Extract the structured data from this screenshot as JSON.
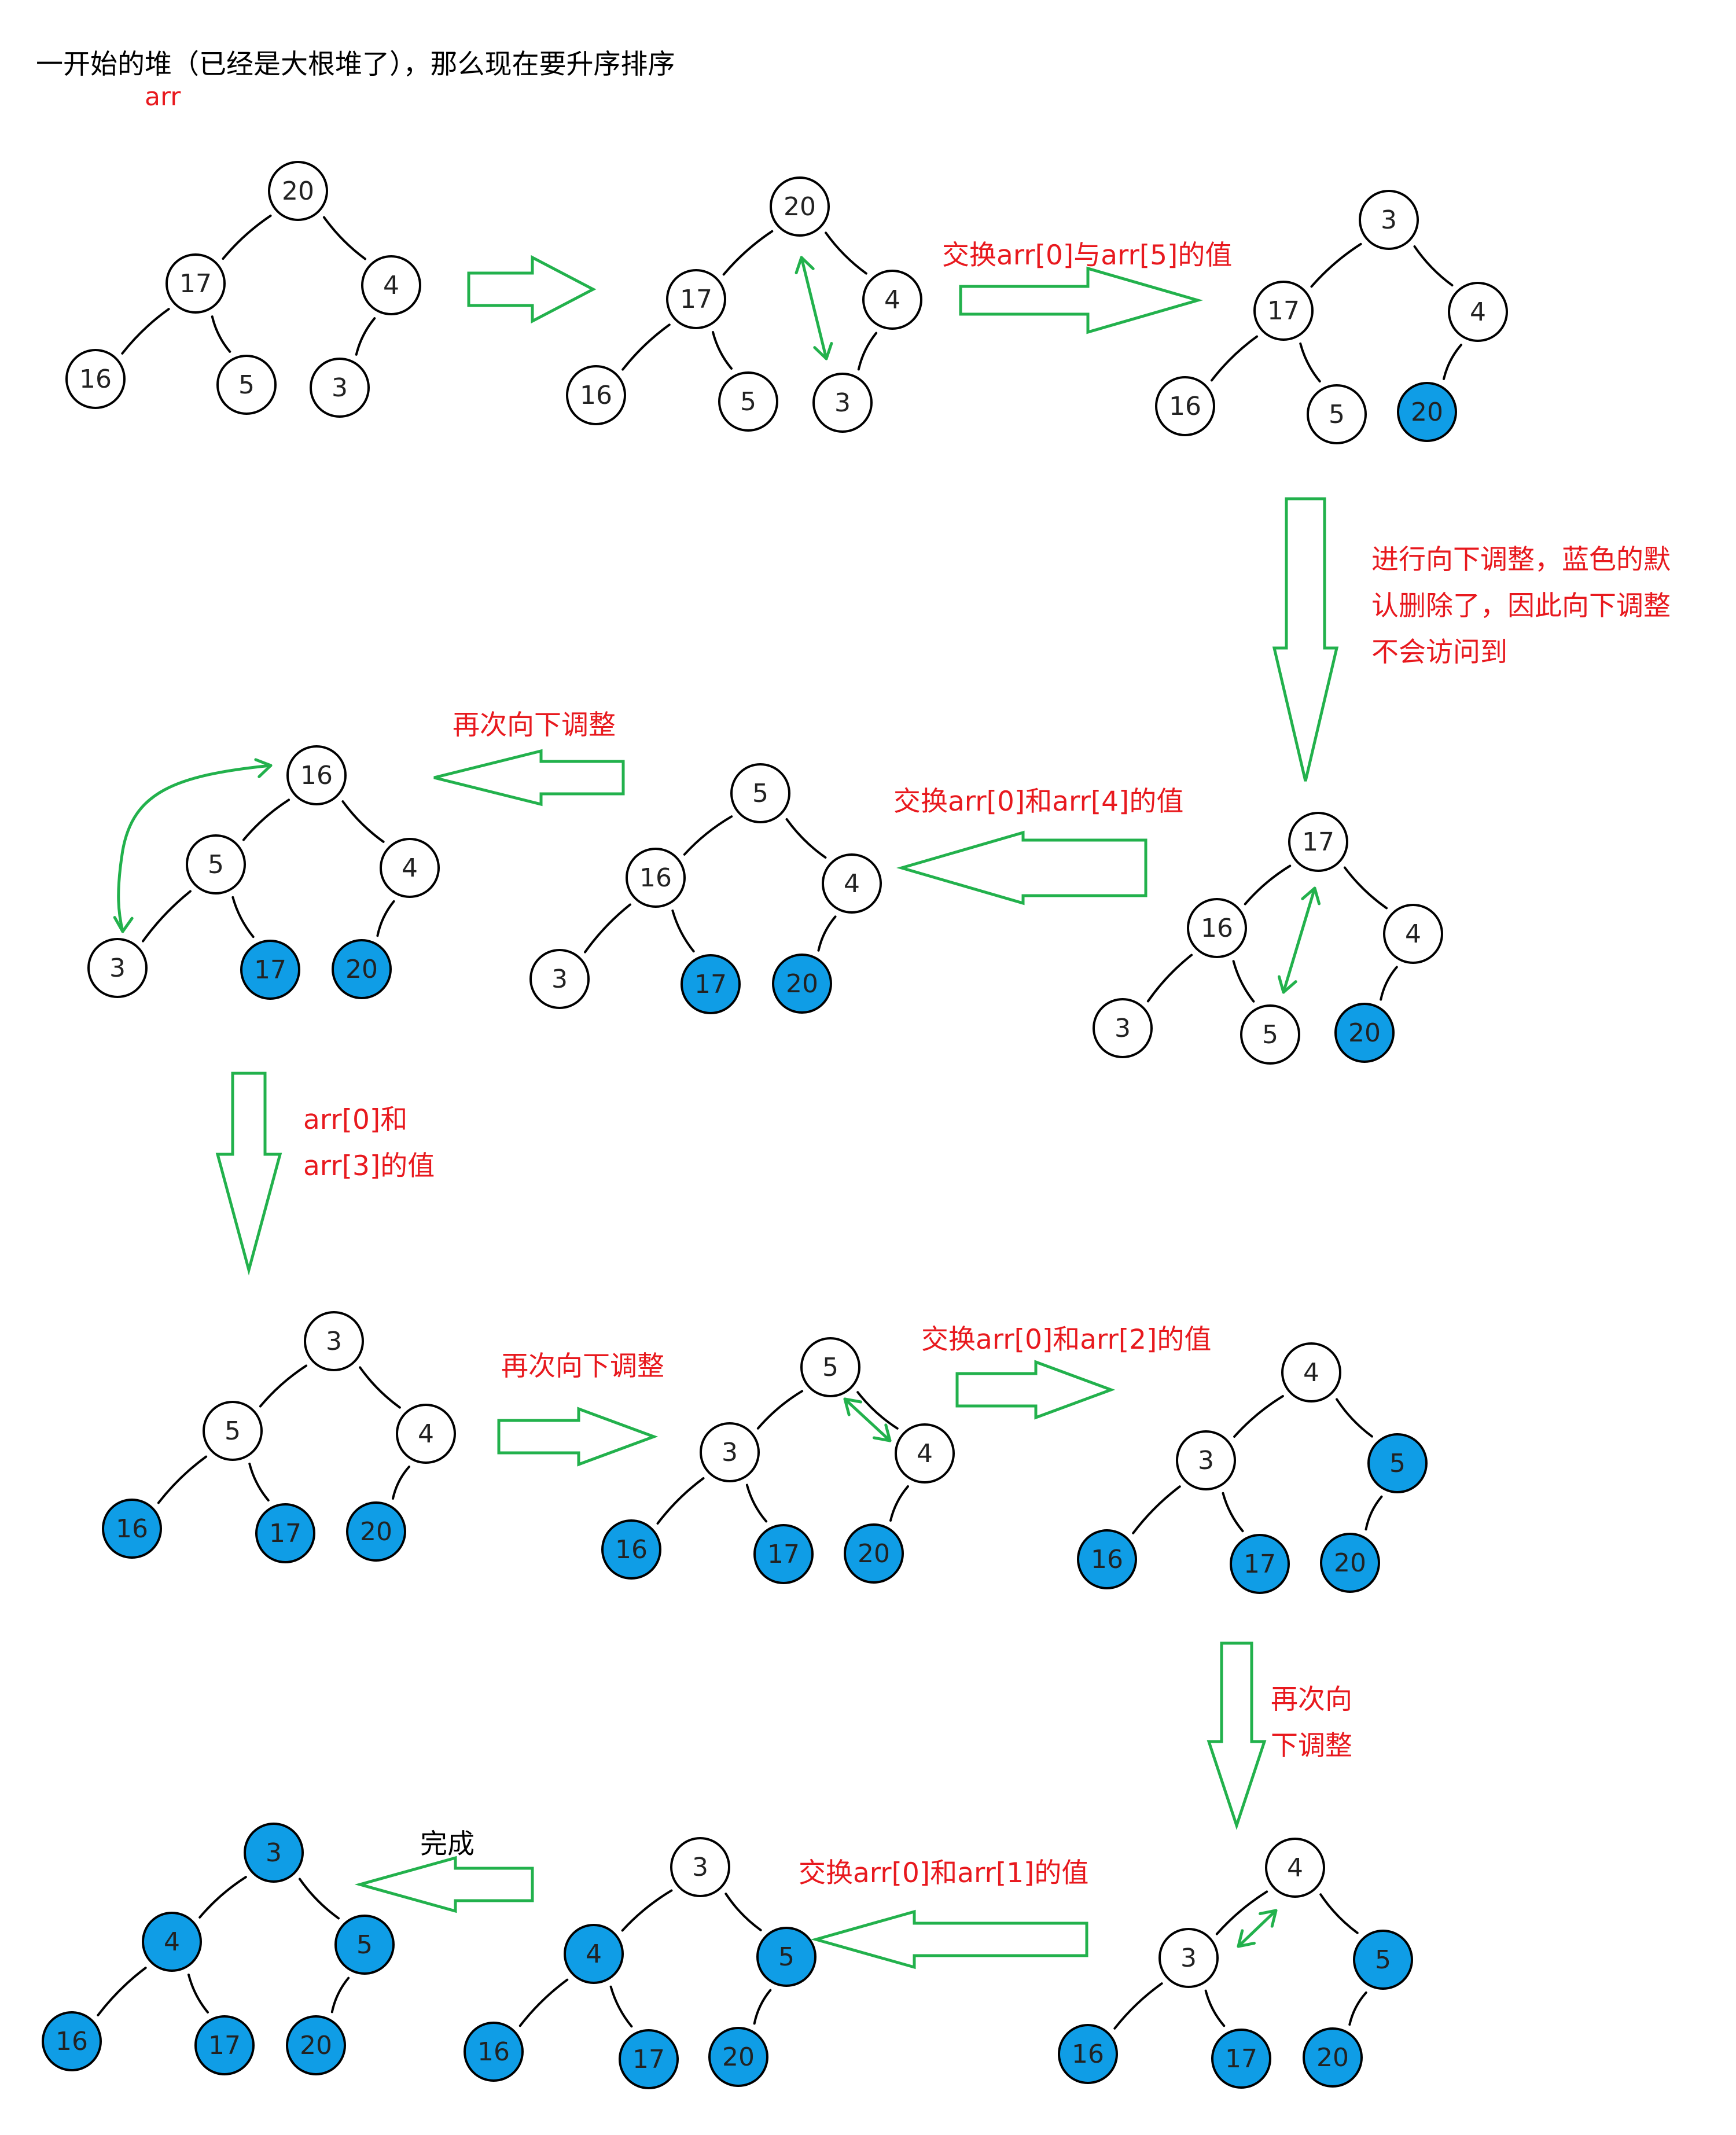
{
  "title": "一开始的堆（已经是大根堆了），那么现在要升序排序",
  "array_label": "arr",
  "colors": {
    "node_fill_default": "#ffffff",
    "node_fill_sorted": "#0f9de6",
    "node_stroke": "#000000",
    "arrow_outline": "#22b14c",
    "annotation_text": "#e8191e"
  },
  "icons": {
    "flow_arrow": "block-arrow-icon",
    "swap_arrow": "double-headed-arrow-icon",
    "move_arrow": "curved-arrow-icon"
  },
  "annotations": {
    "swap_0_5": "交换arr[0]与arr[5]的值",
    "sift_down_note": [
      "进行向下调整，蓝色的默",
      "认删除了，因此向下调整",
      "不会访问到"
    ],
    "swap_0_4": "交换arr[0]和arr[4]的值",
    "sift_again_1": "再次向下调整",
    "swap_0_3": [
      "arr[0]和",
      "arr[3]的值"
    ],
    "sift_again_2": "再次向下调整",
    "swap_0_2": "交换arr[0]和arr[2]的值",
    "sift_again_3": [
      "再次向",
      "下调整"
    ],
    "swap_0_1": "交换arr[0]和arr[1]的值",
    "done": "完成"
  },
  "heap_states": [
    {
      "id": "initial",
      "nodes": [
        {
          "v": "20",
          "s": false
        },
        {
          "v": "17",
          "s": false
        },
        {
          "v": "4",
          "s": false
        },
        {
          "v": "16",
          "s": false
        },
        {
          "v": "5",
          "s": false
        },
        {
          "v": "3",
          "s": false
        }
      ]
    },
    {
      "id": "before-swap-0-5",
      "nodes": [
        {
          "v": "20",
          "s": false
        },
        {
          "v": "17",
          "s": false
        },
        {
          "v": "4",
          "s": false
        },
        {
          "v": "16",
          "s": false
        },
        {
          "v": "5",
          "s": false
        },
        {
          "v": "3",
          "s": false
        }
      ]
    },
    {
      "id": "after-swap-0-5",
      "nodes": [
        {
          "v": "3",
          "s": false
        },
        {
          "v": "17",
          "s": false
        },
        {
          "v": "4",
          "s": false
        },
        {
          "v": "16",
          "s": false
        },
        {
          "v": "5",
          "s": false
        },
        {
          "v": "20",
          "s": true
        }
      ]
    },
    {
      "id": "after-sift-1",
      "nodes": [
        {
          "v": "17",
          "s": false
        },
        {
          "v": "16",
          "s": false
        },
        {
          "v": "4",
          "s": false
        },
        {
          "v": "3",
          "s": false
        },
        {
          "v": "5",
          "s": false
        },
        {
          "v": "20",
          "s": true
        }
      ]
    },
    {
      "id": "after-swap-0-4",
      "nodes": [
        {
          "v": "5",
          "s": false
        },
        {
          "v": "16",
          "s": false
        },
        {
          "v": "4",
          "s": false
        },
        {
          "v": "3",
          "s": false
        },
        {
          "v": "17",
          "s": true
        },
        {
          "v": "20",
          "s": true
        }
      ]
    },
    {
      "id": "after-sift-2",
      "nodes": [
        {
          "v": "16",
          "s": false
        },
        {
          "v": "5",
          "s": false
        },
        {
          "v": "4",
          "s": false
        },
        {
          "v": "3",
          "s": false
        },
        {
          "v": "17",
          "s": true
        },
        {
          "v": "20",
          "s": true
        }
      ]
    },
    {
      "id": "after-swap-0-3",
      "nodes": [
        {
          "v": "3",
          "s": false
        },
        {
          "v": "5",
          "s": false
        },
        {
          "v": "4",
          "s": false
        },
        {
          "v": "16",
          "s": true
        },
        {
          "v": "17",
          "s": true
        },
        {
          "v": "20",
          "s": true
        }
      ]
    },
    {
      "id": "after-sift-3",
      "nodes": [
        {
          "v": "5",
          "s": false
        },
        {
          "v": "3",
          "s": false
        },
        {
          "v": "4",
          "s": false
        },
        {
          "v": "16",
          "s": true
        },
        {
          "v": "17",
          "s": true
        },
        {
          "v": "20",
          "s": true
        }
      ]
    },
    {
      "id": "after-swap-0-2",
      "nodes": [
        {
          "v": "4",
          "s": false
        },
        {
          "v": "3",
          "s": false
        },
        {
          "v": "5",
          "s": true
        },
        {
          "v": "16",
          "s": true
        },
        {
          "v": "17",
          "s": true
        },
        {
          "v": "20",
          "s": true
        }
      ]
    },
    {
      "id": "after-sift-4",
      "nodes": [
        {
          "v": "4",
          "s": false
        },
        {
          "v": "3",
          "s": false
        },
        {
          "v": "5",
          "s": true
        },
        {
          "v": "16",
          "s": true
        },
        {
          "v": "17",
          "s": true
        },
        {
          "v": "20",
          "s": true
        }
      ]
    },
    {
      "id": "after-swap-0-1",
      "nodes": [
        {
          "v": "3",
          "s": false
        },
        {
          "v": "4",
          "s": true
        },
        {
          "v": "5",
          "s": true
        },
        {
          "v": "16",
          "s": true
        },
        {
          "v": "17",
          "s": true
        },
        {
          "v": "20",
          "s": true
        }
      ]
    },
    {
      "id": "final",
      "nodes": [
        {
          "v": "3",
          "s": true
        },
        {
          "v": "4",
          "s": true
        },
        {
          "v": "5",
          "s": true
        },
        {
          "v": "16",
          "s": true
        },
        {
          "v": "17",
          "s": true
        },
        {
          "v": "20",
          "s": true
        }
      ]
    }
  ]
}
